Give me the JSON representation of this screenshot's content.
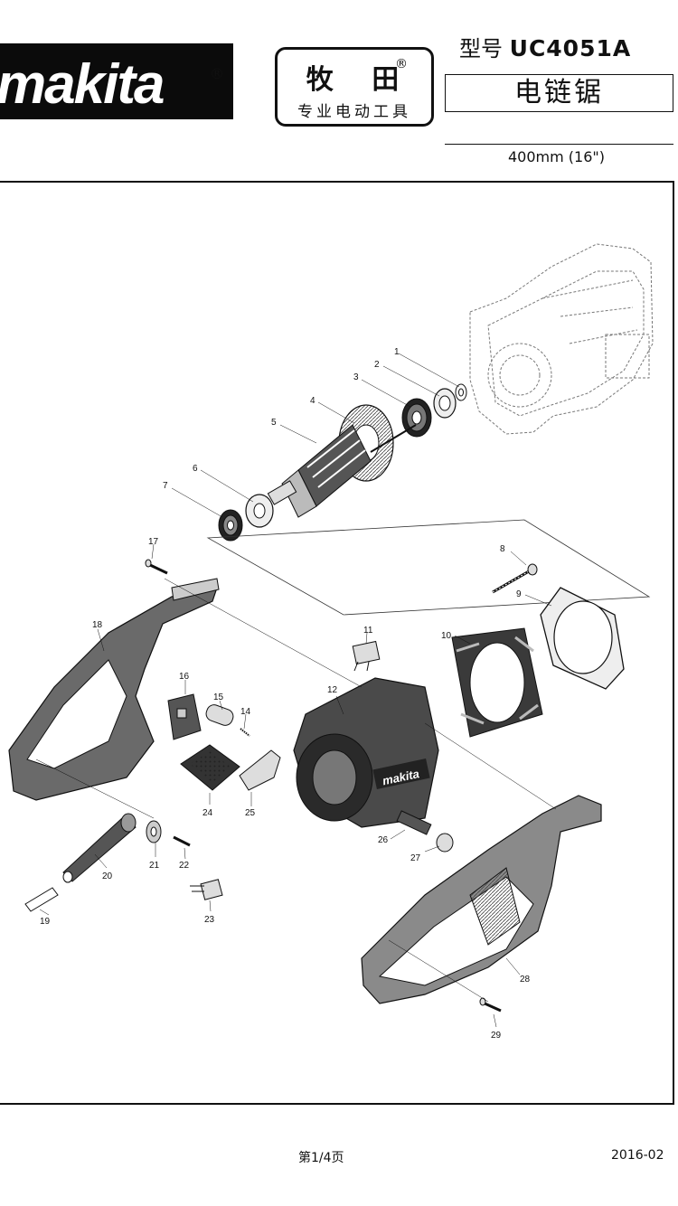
{
  "header": {
    "brand_logo": "makita",
    "brand_reg": "®",
    "cn_brand": "牧 田",
    "cn_reg": "®",
    "cn_tagline": "专业电动工具",
    "model_prefix": "型号",
    "model": "UC4051A",
    "product_name": "电链锯",
    "size": "400mm (16\")"
  },
  "parts": [
    {
      "id": "1",
      "label": "1"
    },
    {
      "id": "2",
      "label": "2"
    },
    {
      "id": "3",
      "label": "3"
    },
    {
      "id": "4",
      "label": "4"
    },
    {
      "id": "5",
      "label": "5"
    },
    {
      "id": "6",
      "label": "6"
    },
    {
      "id": "7",
      "label": "7"
    },
    {
      "id": "8",
      "label": "8"
    },
    {
      "id": "9",
      "label": "9"
    },
    {
      "id": "10",
      "label": "10"
    },
    {
      "id": "11",
      "label": "11"
    },
    {
      "id": "12",
      "label": "12"
    },
    {
      "id": "14",
      "label": "14"
    },
    {
      "id": "15",
      "label": "15"
    },
    {
      "id": "16",
      "label": "16"
    },
    {
      "id": "17",
      "label": "17"
    },
    {
      "id": "18",
      "label": "18"
    },
    {
      "id": "19",
      "label": "19"
    },
    {
      "id": "20",
      "label": "20"
    },
    {
      "id": "21",
      "label": "21"
    },
    {
      "id": "22",
      "label": "22"
    },
    {
      "id": "23",
      "label": "23"
    },
    {
      "id": "24",
      "label": "24"
    },
    {
      "id": "25",
      "label": "25"
    },
    {
      "id": "26",
      "label": "26"
    },
    {
      "id": "27",
      "label": "27"
    },
    {
      "id": "28",
      "label": "28"
    },
    {
      "id": "29",
      "label": "29"
    }
  ],
  "footer": {
    "page": "第1/4页",
    "date": "2016-02"
  }
}
